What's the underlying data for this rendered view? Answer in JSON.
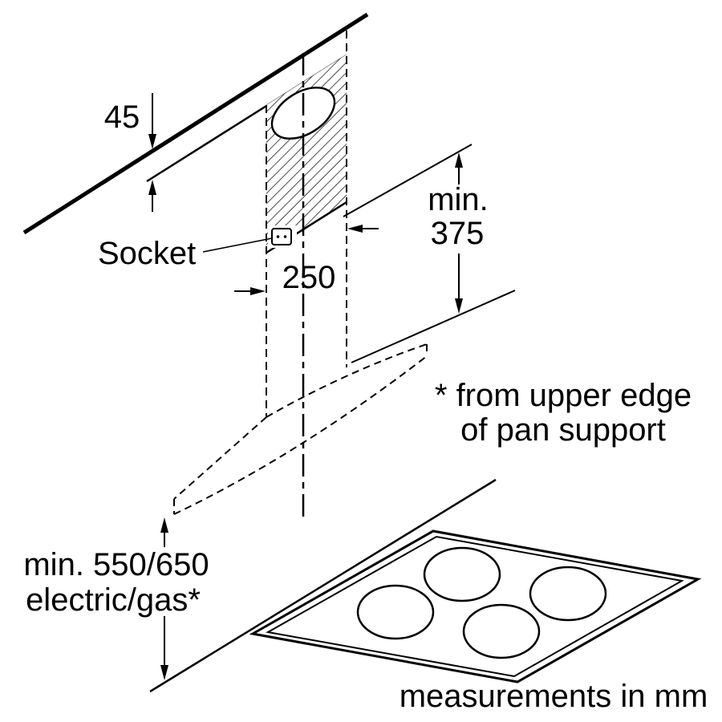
{
  "colors": {
    "background": "#ffffff",
    "ink": "#000000"
  },
  "labels": {
    "dim_wall_offset": "45",
    "dim_plate_width": "250",
    "dim_min_word": "min.",
    "dim_min_value": "375",
    "socket_label": "Socket",
    "dim_hob_clearance_line1": "min. 550/650",
    "dim_hob_clearance_line2": "electric/gas*",
    "footnote_line1": "* from upper edge",
    "footnote_line2": "of pan support",
    "units_note": "measurements in mm"
  }
}
